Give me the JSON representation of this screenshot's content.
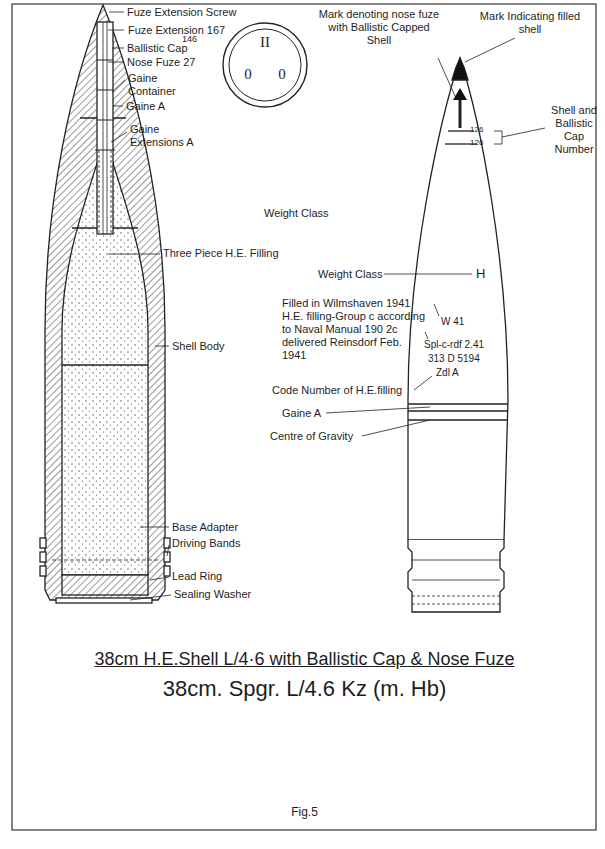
{
  "diagram": {
    "title": "38cm H.E.Shell L/4·6 with Ballistic Cap & Nose Fuze",
    "caption": "Fig.5",
    "nodes": [
      {
        "text": [
          "II",
          "0",
          "0"
        ]
      }
    ],
    "labels": [
      "Fuze Extension Screw",
      "Fuze Extension 167",
      "146",
      "Ballistic Cap",
      "Nose Fuze 27",
      "Gaine Container",
      "Gaine A",
      "Gaine Extensions A",
      "Three Piece H.E. Filling",
      "Shell Body",
      "Base Adapter",
      "Driving Bands",
      "Lead Ring",
      "Sealing Washer",
      "Weight Class",
      "Mark Indicating filled shell",
      "Mark denoting nose fuze with Ballistic Capped Shell",
      "126",
      "126",
      "Shell and Ballistic Cap Number",
      "Weight Class",
      "H",
      "Filled in Wilmshaven 1941",
      "H.E. filling-Group c according to Naval Manual 190 2c delivered Reinsdorf Feb. 1941",
      "W 41",
      "Spl-c-rdf 2.41",
      "313 D 5194",
      "Zdl A",
      "Code Number of H.E.filling",
      "Gaine A",
      "Centre of Gravity",
      "38cm. Spgr. L/4.6 Kz (m. Hb)"
    ]
  }
}
